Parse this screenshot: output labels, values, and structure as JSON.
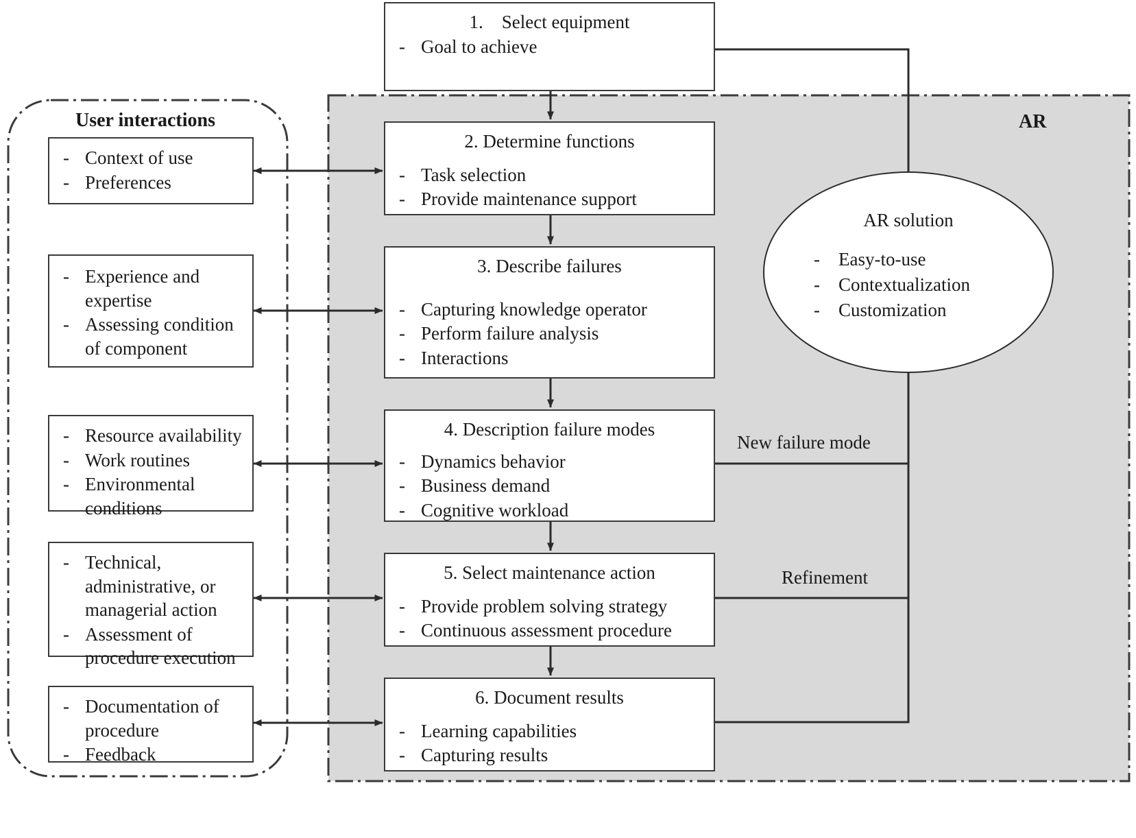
{
  "diagram": {
    "ar_region_label": "AR",
    "user_panel_title": "User interactions"
  },
  "process_steps": [
    {
      "title": "1. Select equipment",
      "items": [
        "Goal to achieve"
      ]
    },
    {
      "title": "2. Determine functions",
      "items": [
        "Task selection",
        "Provide maintenance support"
      ]
    },
    {
      "title": "3. Describe failures",
      "items": [
        "Capturing knowledge operator",
        "Perform failure analysis",
        "Interactions"
      ]
    },
    {
      "title": "4. Description failure modes",
      "items": [
        "Dynamics behavior",
        "Business demand",
        "Cognitive workload"
      ]
    },
    {
      "title": "5. Select maintenance action",
      "items": [
        "Provide problem solving strategy",
        "Continuous assessment procedure"
      ]
    },
    {
      "title": "6. Document results",
      "items": [
        "Learning capabilities",
        "Capturing results"
      ]
    }
  ],
  "user_interaction_boxes": [
    {
      "items": [
        "Context of use",
        "Preferences"
      ]
    },
    {
      "items": [
        "Experience and expertise",
        "Assessing condition of component"
      ]
    },
    {
      "items": [
        "Resource availability",
        "Work routines",
        "Environmental conditions"
      ]
    },
    {
      "items": [
        "Technical, administrative, or managerial action",
        "Assessment of procedure execution"
      ]
    },
    {
      "items": [
        "Documentation of procedure",
        "Feedback"
      ]
    }
  ],
  "ar_solution": {
    "title": "AR solution",
    "items": [
      "Easy-to-use",
      "Contextualization",
      "Customization"
    ]
  },
  "edge_labels": {
    "new_failure_mode": "New failure mode",
    "refinement": "Refinement"
  },
  "bullet": "-",
  "colors": {
    "ar_region_fill": "#d9d9d9",
    "stroke": "#3a3a3a",
    "box_fill": "#ffffff",
    "page_bg": "#ffffff"
  }
}
